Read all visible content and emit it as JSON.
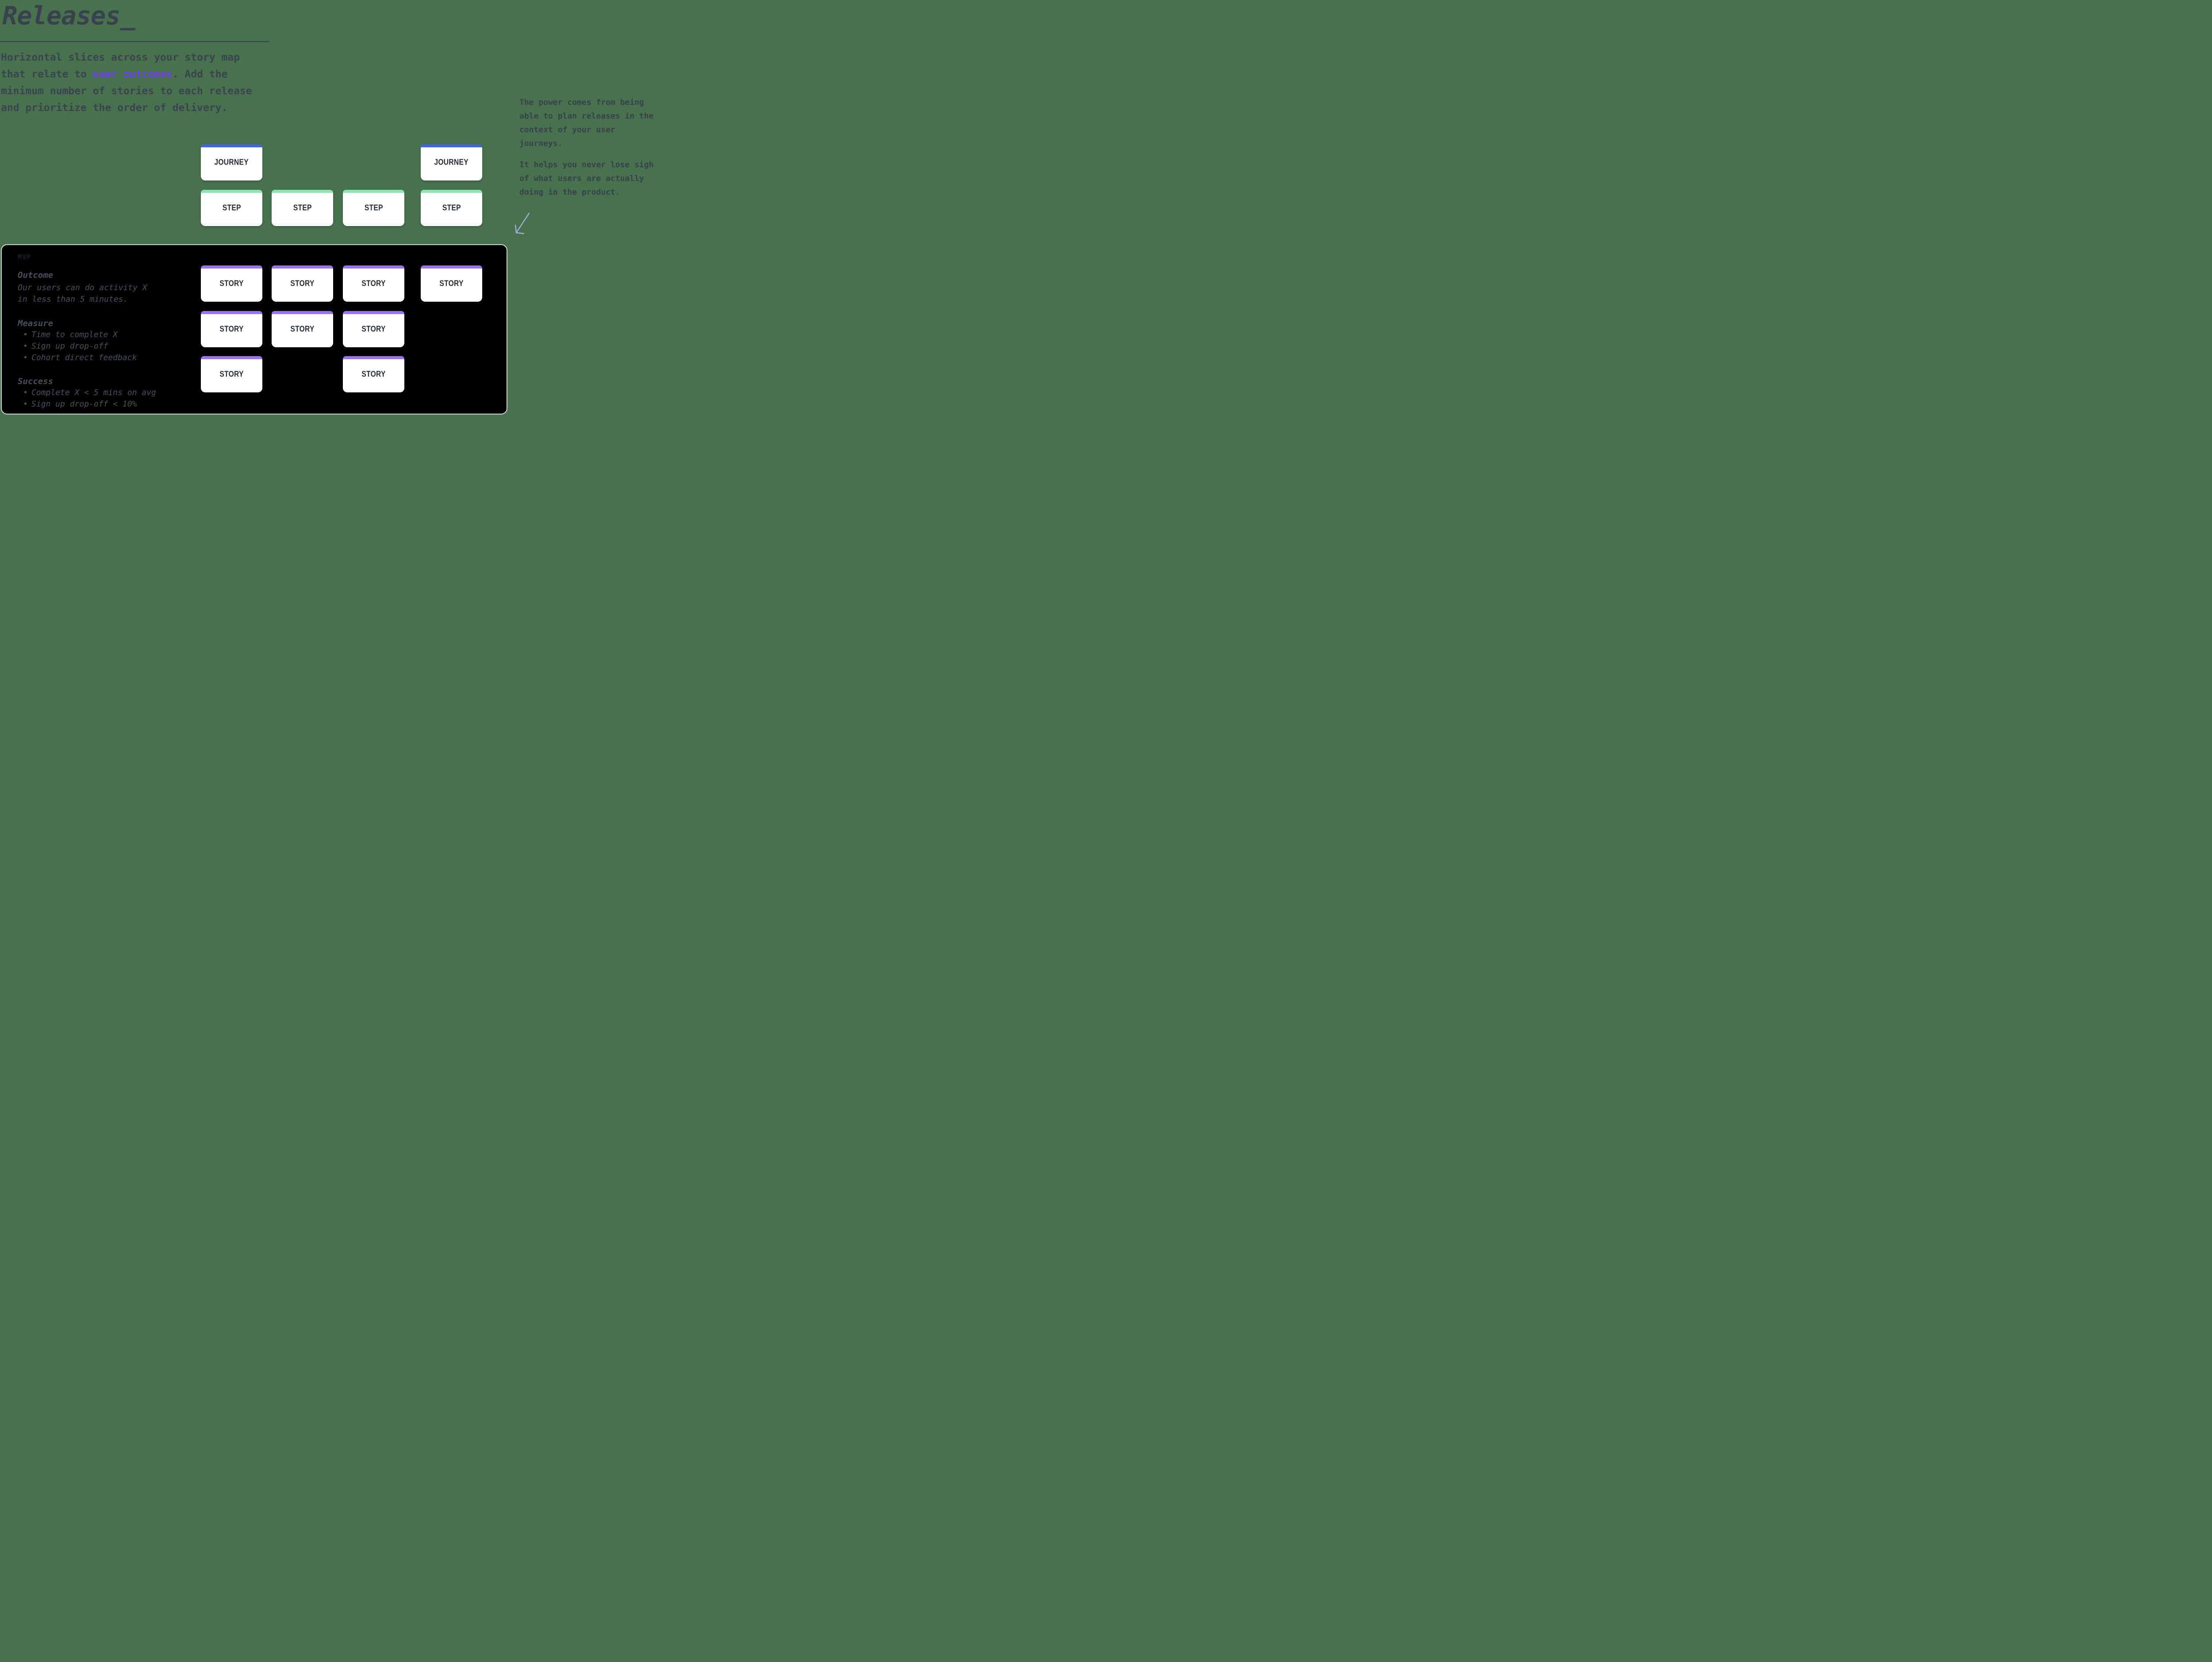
{
  "header": {
    "title": "Releases_"
  },
  "intro": {
    "pre": "Horizontal slices across your story map that relate to ",
    "highlight": "user outcomes",
    "post": ". Add the minimum number of stories to each release and prioritize the order of delivery."
  },
  "aside": {
    "para1": "The power comes from being able to plan releases in the context of your user journeys.",
    "para2": "It helps you never lose sight of what users are actually doing in the product."
  },
  "cards": {
    "journey_label": "JOURNEY",
    "step_label": "STEP",
    "story_label": "STORY"
  },
  "release_panel": {
    "tag": "MVP",
    "outcome_heading": "Outcome",
    "outcome_text": "Our users can do activity X in less than 5 minutes.",
    "measure_heading": "Measure",
    "measure_items": [
      "Time to complete X",
      "Sign up drop-off",
      "Cohort direct feedback"
    ],
    "success_heading": "Success",
    "success_items": [
      "Complete X < 5 mins on avg",
      "Sign up drop-off < 10%"
    ]
  },
  "colors": {
    "background": "#48714e",
    "text_dark": "#39414f",
    "accent_purple": "#713cf4",
    "journey_bar": "#4467cf",
    "step_bar": "#8fe3b1",
    "story_bar": "#9c74e9",
    "panel_bg": "#000000",
    "panel_border": "#d3d5d3",
    "panel_text": "#46505d",
    "arrow": "#9fb2da"
  }
}
